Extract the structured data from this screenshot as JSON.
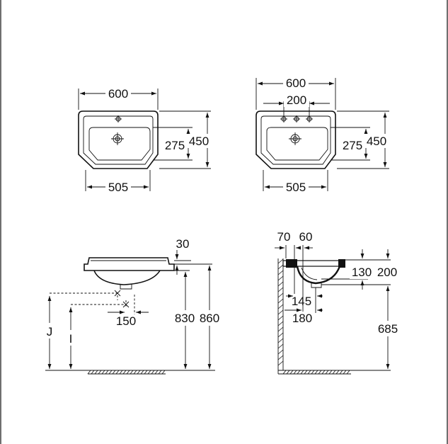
{
  "views": {
    "top_single_hole": {
      "width": "600",
      "basin_width": "505",
      "basin_depth": "275",
      "depth": "450"
    },
    "top_three_hole": {
      "width": "600",
      "tap_spacing": "200",
      "basin_width": "505",
      "basin_depth": "275",
      "depth": "450"
    },
    "front_elevation": {
      "rim_thickness": "30",
      "side_offset": "150",
      "label_j": "J",
      "label_i": "I",
      "bowl_height": "830",
      "rim_height": "860"
    },
    "side_section": {
      "wall_offset_a": "70",
      "wall_offset_b": "60",
      "bowl_depth": "130",
      "overall_depth": "200",
      "drain_offset": "145",
      "drain_centre": "180",
      "drain_height": "685"
    }
  },
  "colors": {
    "line": "#111111",
    "background": "#ffffff"
  }
}
